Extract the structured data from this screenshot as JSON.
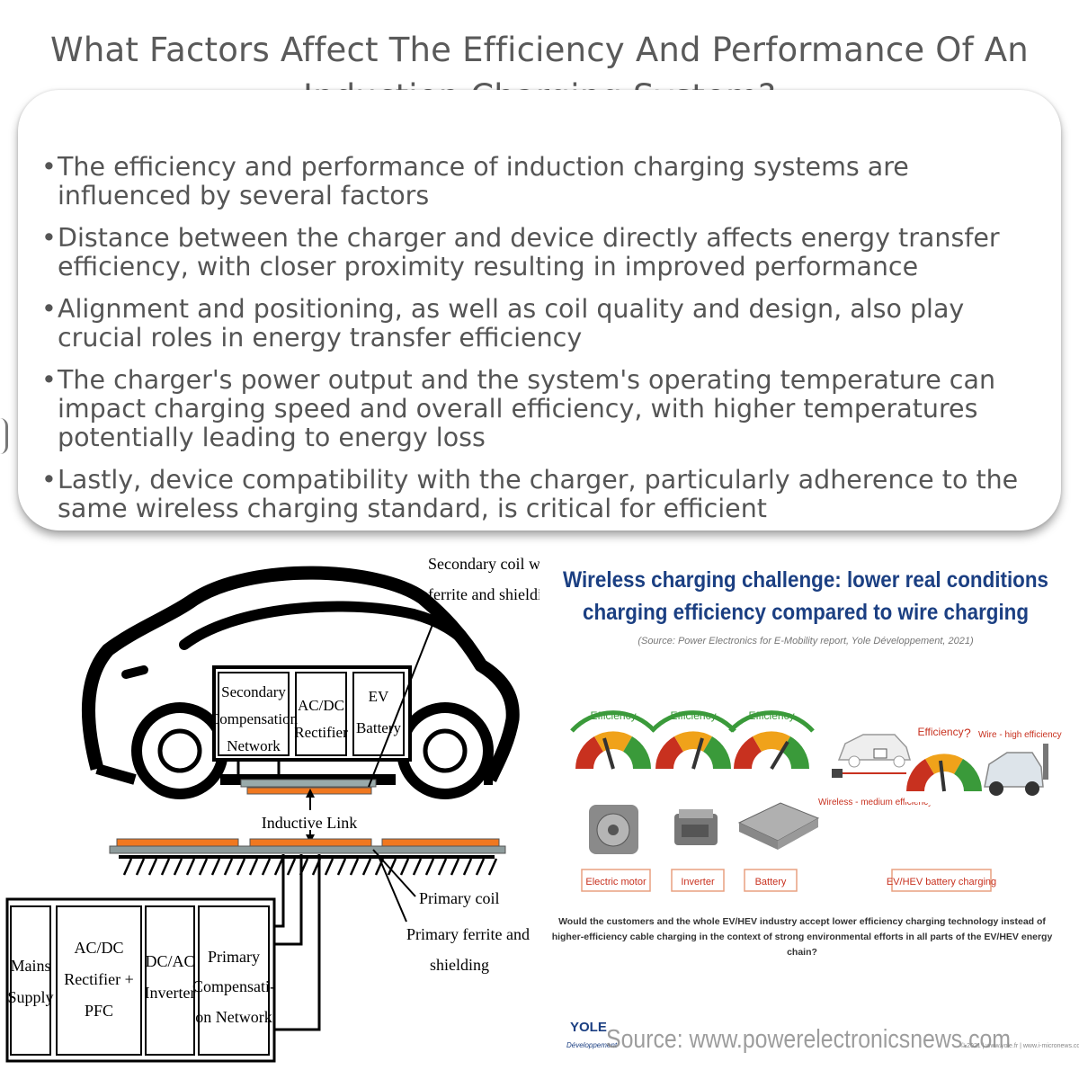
{
  "title": {
    "line1": "What Factors Affect The Efficiency And Performance Of An",
    "line2": "Induction Charging System?"
  },
  "bullets": [
    "The efficiency and performance of induction charging systems are influenced by several factors",
    "Distance between the charger and device directly affects energy transfer efficiency, with closer proximity resulting in improved performance",
    "Alignment and positioning, as well as coil quality and design, also play crucial roles in energy transfer efficiency",
    "The charger's power output and the system's operating temperature can impact charging speed and overall efficiency, with higher temperatures potentially leading to energy loss",
    "Lastly, device compatibility with the charger, particularly adherence to the same wireless charging standard, is critical for efficient"
  ],
  "diagram": {
    "secondary_coil_label_1": "Secondary coil with",
    "secondary_coil_label_2": "ferrite and shielding",
    "box_secondary_1": "Secondary",
    "box_secondary_2": "Compensation",
    "box_secondary_3": "Network",
    "box_acdc_1": "AC/DC",
    "box_acdc_2": "Rectifier",
    "box_ev_1": "EV",
    "box_ev_2": "Battery",
    "inductive_link": "Inductive Link",
    "primary_coil": "Primary coil",
    "primary_ferrite_1": "Primary ferrite and",
    "primary_ferrite_2": "shielding",
    "mains_1": "Mains",
    "mains_2": "Supply",
    "rect_1": "AC/DC",
    "rect_2": "Rectifier +",
    "rect_3": "PFC",
    "inv_1": "DC/AC",
    "inv_2": "Inverter",
    "prim_1": "Primary",
    "prim_2": "Compensati-",
    "prim_3": "on Network"
  },
  "yole": {
    "heading_1": "Wireless charging challenge: lower real conditions",
    "heading_2": "charging efficiency compared to wire charging",
    "source": "(Source: Power Electronics for E-Mobility report, Yole Développement, 2021)",
    "efficiency_label": "Efficiency",
    "wire_label": "Wire - high efficiency",
    "wireless_label": "Wireless - medium efficiency",
    "box_motor": "Electric motor",
    "box_inverter": "Inverter",
    "box_battery": "Battery",
    "box_charging": "EV/HEV battery charging",
    "question_1": "Would the customers and the whole EV/HEV industry accept lower efficiency charging technology instead of",
    "question_2": "higher-efficiency cable charging in the context of strong environmental efforts in all parts of the EV/HEV energy",
    "question_3": "chain?",
    "logo": "YOLE",
    "logo_sub": "Développement",
    "watermark": "Source: www.powerelectronicsnews.com",
    "copyright": "© 2021 | www.yole.fr | www.i-micronews.com"
  },
  "colors": {
    "title": "#5a5a5a",
    "text": "#555555",
    "coil": "#f07820",
    "yole_blue": "#1b3f82",
    "gauge_green": "#3a9a3a",
    "gauge_red": "#c8311f"
  }
}
